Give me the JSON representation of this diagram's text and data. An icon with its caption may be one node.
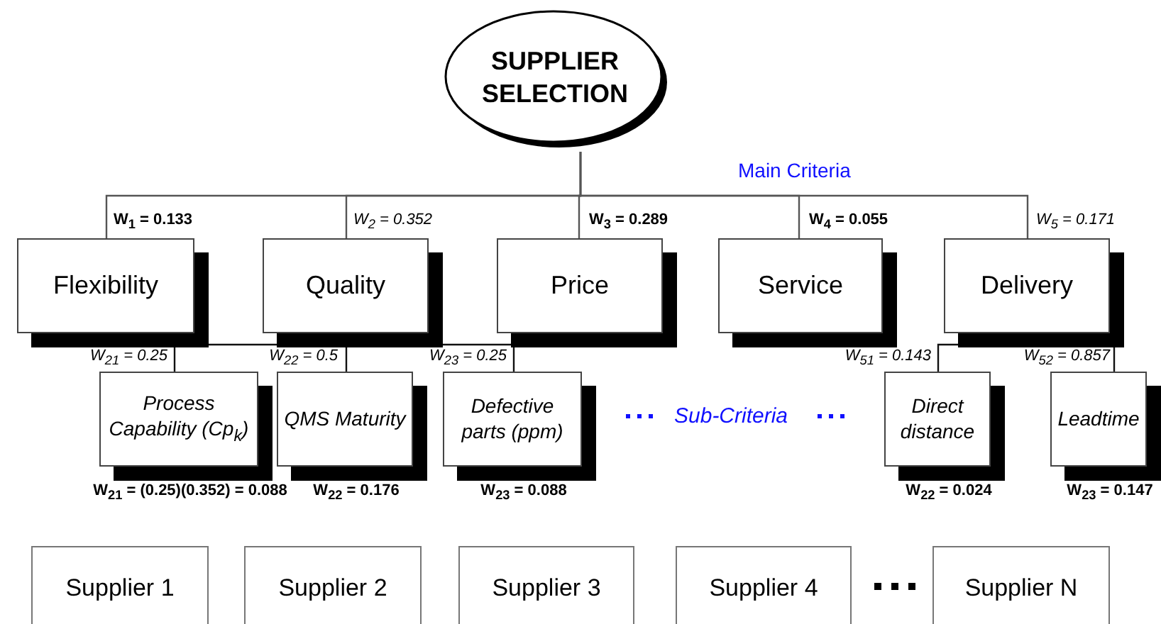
{
  "diagram": {
    "nodes": [
      {
        "text": [
          "SUPPLIER SELECTION"
        ]
      },
      {
        "text": [
          "Flexibility"
        ]
      },
      {
        "text": [
          "Quality"
        ]
      },
      {
        "text": [
          "Price"
        ]
      },
      {
        "text": [
          "Service"
        ]
      },
      {
        "text": [
          "Delivery"
        ]
      },
      {
        "text": [
          "Process Capability (Cp$_{k}$)"
        ],
        "beside": [
          "W$_{21}$ = (0.25)(0.352) = 0.088"
        ]
      },
      {
        "text": [
          "QMS Maturity"
        ],
        "beside": [
          "W$_{22}$ = 0.176"
        ]
      },
      {
        "text": [
          "Defective parts (ppm)"
        ],
        "beside": [
          "W$_{23}$ = 0.088"
        ]
      },
      {
        "text": [
          "Direct distance"
        ],
        "beside": [
          "W$_{22}$ = 0.024"
        ]
      },
      {
        "text": [
          "Leadtime"
        ],
        "beside": [
          "W$_{23}$ = 0.147"
        ]
      },
      {
        "text": [
          "Supplier 1"
        ]
      },
      {
        "text": [
          "Supplier 2"
        ]
      },
      {
        "text": [
          "Supplier 3"
        ]
      },
      {
        "text": [
          "Supplier 4"
        ]
      },
      {
        "text": [
          "Supplier N"
        ]
      }
    ],
    "edges": [
      {
        "from": 0,
        "to": 1,
        "arrow": "none",
        "label": "W$_{1}$ = 0.133"
      },
      {
        "from": 0,
        "to": 2,
        "arrow": "none",
        "label": "W$_{2}$ = 0.352"
      },
      {
        "from": 0,
        "to": 3,
        "arrow": "none",
        "label": "W$_{3}$ = 0.289"
      },
      {
        "from": 0,
        "to": 4,
        "arrow": "none",
        "label": "W$_{4}$ = 0.055"
      },
      {
        "from": 0,
        "to": 5,
        "arrow": "none",
        "label": "W$_{5}$ = 0.171"
      },
      {
        "from": 2,
        "to": 6,
        "arrow": "none",
        "label": "W$_{21}$ = 0.25"
      },
      {
        "from": 2,
        "to": 7,
        "arrow": "none",
        "label": "W$_{22}$ = 0.5"
      },
      {
        "from": 2,
        "to": 8,
        "arrow": "none",
        "label": "W$_{23}$ = 0.25"
      },
      {
        "from": 5,
        "to": 9,
        "arrow": "none",
        "label": "W$_{51}$ = 0.143"
      },
      {
        "from": 5,
        "to": 10,
        "arrow": "none",
        "label": "W$_{52}$ = 0.857"
      }
    ],
    "labels": [
      "Main Criteria",
      "Sub-Criteria"
    ]
  }
}
